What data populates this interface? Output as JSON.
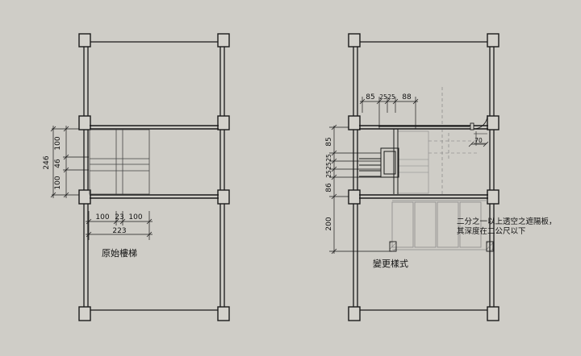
{
  "colors": {
    "background": "#cfcdc7",
    "line": "#1a1a1a",
    "dashed_guide": "#7a7a7a",
    "added_element": "#8a8a8a"
  },
  "left_plan": {
    "caption": "原始樓梯",
    "vertical_dims": {
      "top": "100",
      "middle": "46",
      "bottom": "100",
      "total": "246"
    },
    "horizontal_dims": {
      "left": "100",
      "middle": "23",
      "right": "100",
      "total": "223"
    }
  },
  "right_plan": {
    "caption": "變更樣式",
    "top_dims": {
      "left": "85",
      "mid_a": "25",
      "mid_b": "25",
      "right": "88"
    },
    "vertical_dims": {
      "top": "85",
      "stack_a": "25",
      "stack_b": "25",
      "stack_c": "25",
      "middle": "86",
      "bottom": "200"
    },
    "door_dim": "70",
    "note_line1": "二分之一以上透空之遮陽板，",
    "note_line2": "其深度在二公尺以下"
  }
}
